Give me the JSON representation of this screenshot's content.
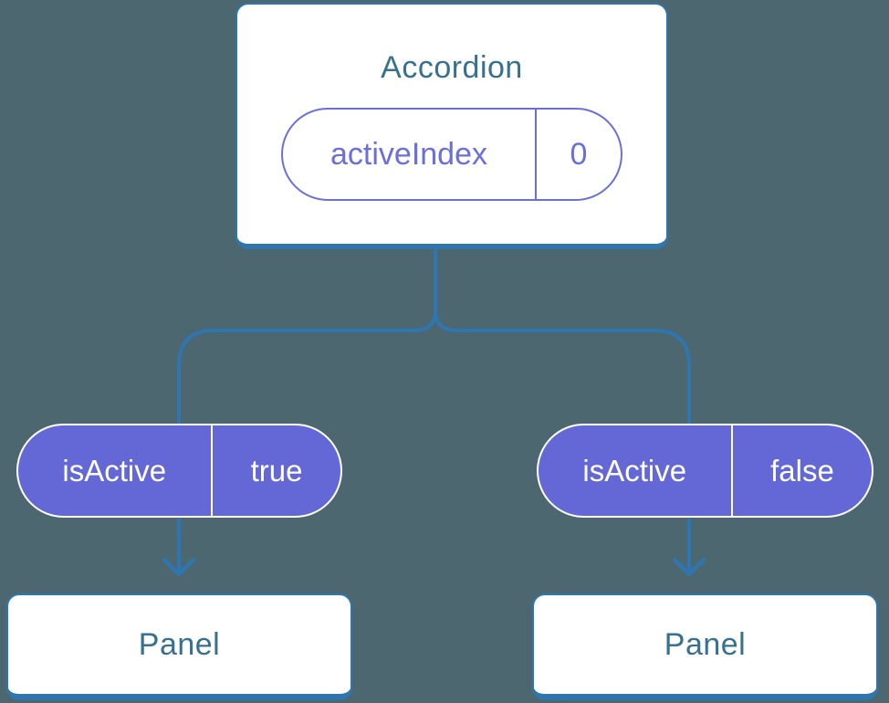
{
  "diagram": {
    "description": "component tree diagram",
    "root": {
      "title": "Accordion",
      "state": {
        "name": "activeIndex",
        "value": "0"
      }
    },
    "children": [
      {
        "prop": {
          "name": "isActive",
          "value": "true"
        },
        "node": {
          "title": "Panel"
        }
      },
      {
        "prop": {
          "name": "isActive",
          "value": "false"
        },
        "node": {
          "title": "Panel"
        }
      }
    ],
    "colors": {
      "background": "#4D6771",
      "connector_blue": "#2E76AD",
      "component_text_blue": "#36718F",
      "prop_pill_fill_purple": "#6368D6",
      "state_pill_outline_purple": "#6B6FDC",
      "card_fill": "#FFFFFF"
    }
  }
}
